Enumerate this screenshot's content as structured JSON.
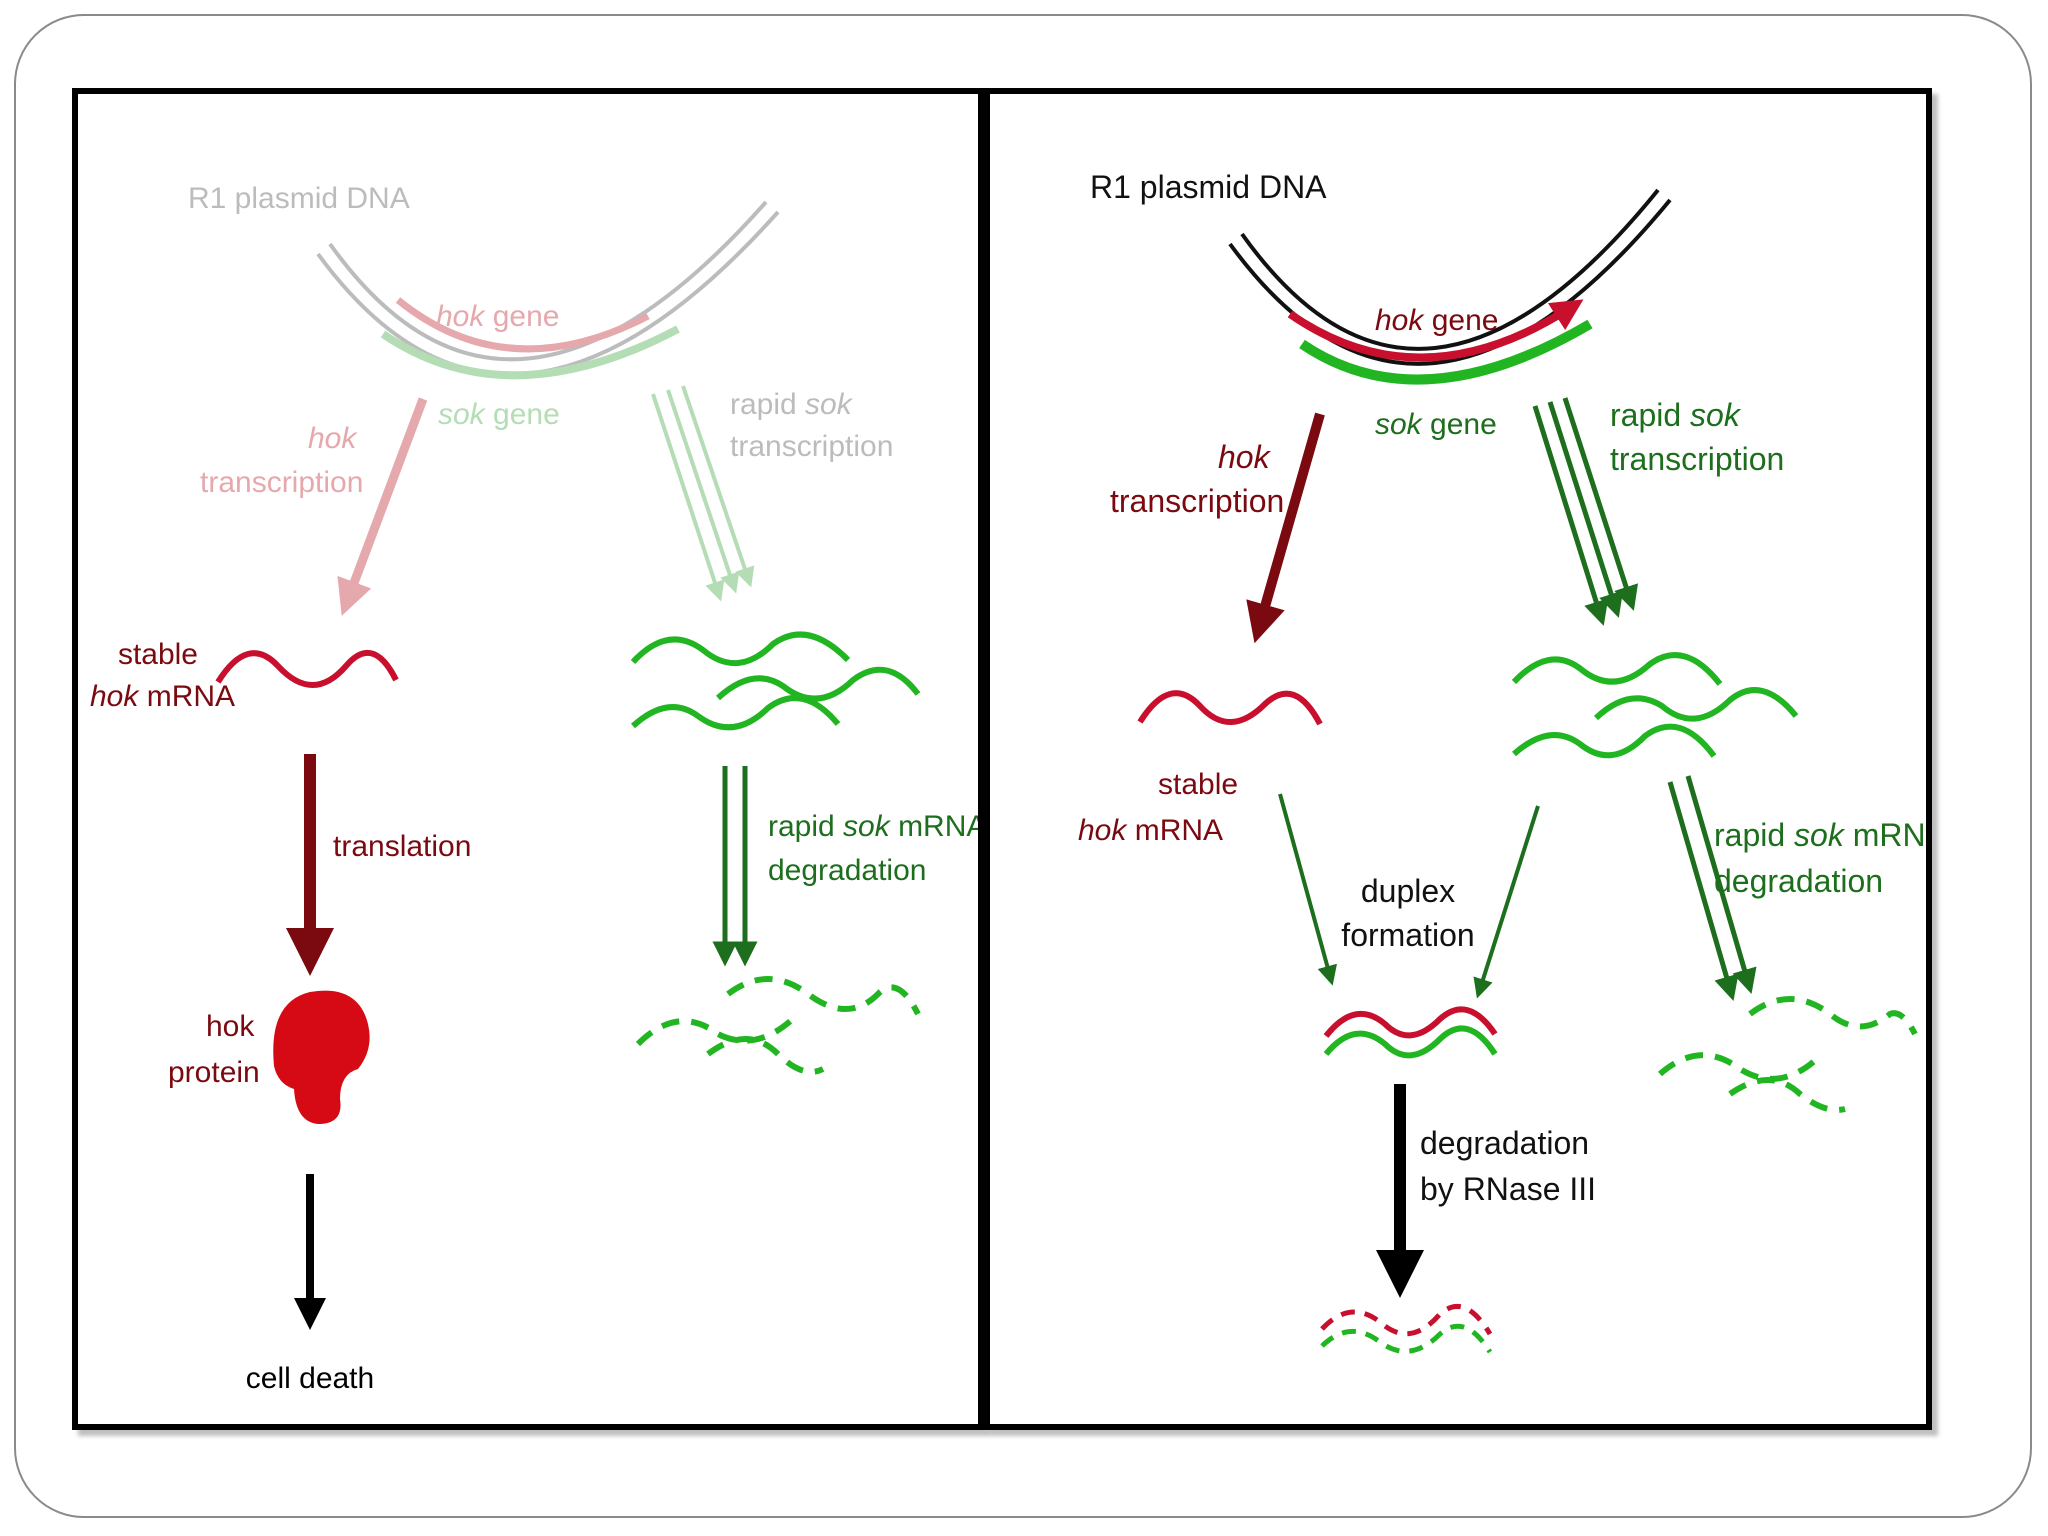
{
  "colors": {
    "hok_red": "#c8102e",
    "hok_dark": "#7a0a10",
    "sok_green": "#22b522",
    "sok_dark": "#1d6e1d",
    "faded_red": "#e5a9ad",
    "faded_green": "#b5ddb5",
    "faded_gray": "#bcbcbc",
    "black": "#000000"
  },
  "left_panel": {
    "dna_label": "R1 plasmid DNA",
    "hok_gene_italic": "hok",
    "hok_gene_text": " gene",
    "sok_gene_italic": "sok",
    "sok_gene_text": " gene",
    "hok_transcription_italic": "hok",
    "hok_transcription_text": "transcription",
    "rapid_sok_prefix": "rapid ",
    "rapid_sok_italic": "sok",
    "rapid_sok_text": "transcription",
    "stable_line1": "stable",
    "stable_italic": "hok",
    "stable_rest": " mRNA",
    "translation": "translation",
    "protein_line1": "hok",
    "protein_line2": "protein",
    "cell_death": "cell death",
    "degradation_prefix": "rapid ",
    "degradation_italic": "sok",
    "degradation_rest": " mRNA",
    "degradation_line2": "degradation"
  },
  "right_panel": {
    "dna_label": "R1 plasmid DNA",
    "hok_gene_italic": "hok",
    "hok_gene_text": " gene",
    "sok_gene_italic": "sok",
    "sok_gene_text": " gene",
    "hok_transcription_italic": "hok",
    "hok_transcription_text": "transcription",
    "rapid_sok_prefix": "rapid ",
    "rapid_sok_italic": "sok",
    "rapid_sok_text": "transcription",
    "stable_line1": "stable",
    "stable_italic": "hok",
    "stable_rest": " mRNA",
    "duplex_line1": "duplex",
    "duplex_line2": "formation",
    "rnase_line1": "degradation",
    "rnase_line2": "by RNase III",
    "degradation_prefix": "rapid ",
    "degradation_italic": "sok",
    "degradation_rest": " mRNA",
    "degradation_line2": "degradation"
  }
}
